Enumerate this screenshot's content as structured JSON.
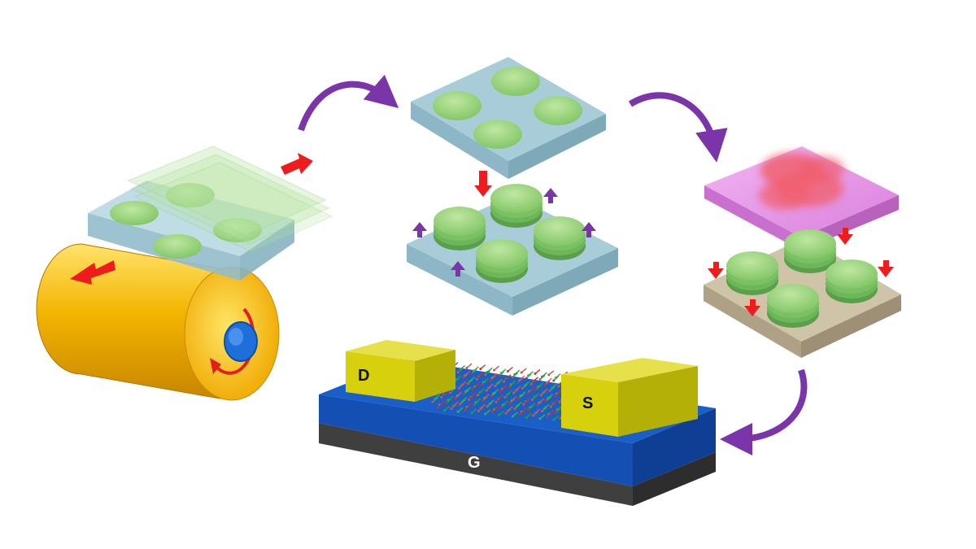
{
  "labels": {
    "drain": "D",
    "source": "S",
    "gate": "G"
  },
  "colors": {
    "roller_gold": "#f2b100",
    "roller_blue": "#1e6fd9",
    "substrate_blue": "#a9cdd8",
    "disk_green": "#7fc463",
    "film_green": "#b7e4a2",
    "stamp_pink": "#e59ae6",
    "stamp_red": "#f06070",
    "taupe": "#c2b59a",
    "arrow_red": "#ee1c1c",
    "arrow_purple": "#7a36a8",
    "electrode_yellow": "#d7d10d",
    "dielectric_blue": "#1450b4",
    "gate_gray": "#3f3f3f"
  },
  "icons": {
    "process_arrow": "curved-arrow-icon",
    "push_arrow": "block-arrow-icon",
    "rotation": "rotation-arrow-icon"
  }
}
